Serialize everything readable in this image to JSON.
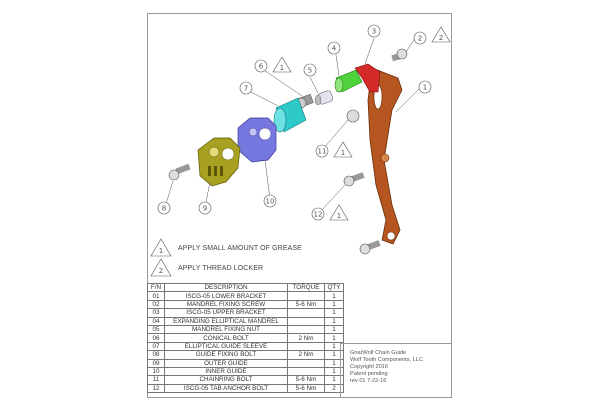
{
  "callouts": [
    "1",
    "2",
    "3",
    "4",
    "5",
    "6",
    "7",
    "8",
    "9",
    "10",
    "11",
    "12"
  ],
  "note_flags": {
    "grease": "1",
    "thread_locker": "2"
  },
  "notes": [
    {
      "flag": "1",
      "text": "APPLY SMALL AMOUNT OF GREASE"
    },
    {
      "flag": "2",
      "text": "APPLY THREAD LOCKER"
    }
  ],
  "bom": {
    "headers": [
      "F/N",
      "DESCRIPTION",
      "TORQUE",
      "QTY"
    ],
    "rows": [
      [
        "01",
        "ISCG-05 LOWER BRACKET",
        "",
        "1"
      ],
      [
        "02",
        "MANDREL FIXING SCREW",
        "5-6 Nm",
        "1"
      ],
      [
        "03",
        "ISCG-05 UPPER BRACKET",
        "",
        "1"
      ],
      [
        "04",
        "EXPANDING ELLIPTICAL MANDREL",
        "",
        "1"
      ],
      [
        "05",
        "MANDREL FIXING NUT",
        "",
        "1"
      ],
      [
        "06",
        "CONICAL BOLT",
        "2 Nm",
        "1"
      ],
      [
        "07",
        "ELLIPTICAL GUIDE SLEEVE",
        "",
        "1"
      ],
      [
        "08",
        "GUIDE FIXING BOLT",
        "2 Nm",
        "1"
      ],
      [
        "09",
        "OUTER GUIDE",
        "",
        "1"
      ],
      [
        "10",
        "INNER GUIDE",
        "",
        "1"
      ],
      [
        "11",
        "CHAINRING BOLT",
        "5-6 Nm",
        "1"
      ],
      [
        "12",
        "ISCG-05 TAB ANCHOR BOLT",
        "5-6 Nm",
        "2"
      ]
    ]
  },
  "title_block": [
    "GnarWolf Chain Guide",
    "Wolf Tooth Components, LLC",
    "Copyright 2016",
    "Patent pending",
    "rev 01  7-22-16"
  ],
  "colors": {
    "lower_bracket": "#b5551f",
    "upper_bracket": "#d42a2a",
    "mandrel": "#4fd33a",
    "sleeve": "#2ec9c9",
    "inner_guide": "#7777e0",
    "outer_guide": "#a8a020"
  }
}
